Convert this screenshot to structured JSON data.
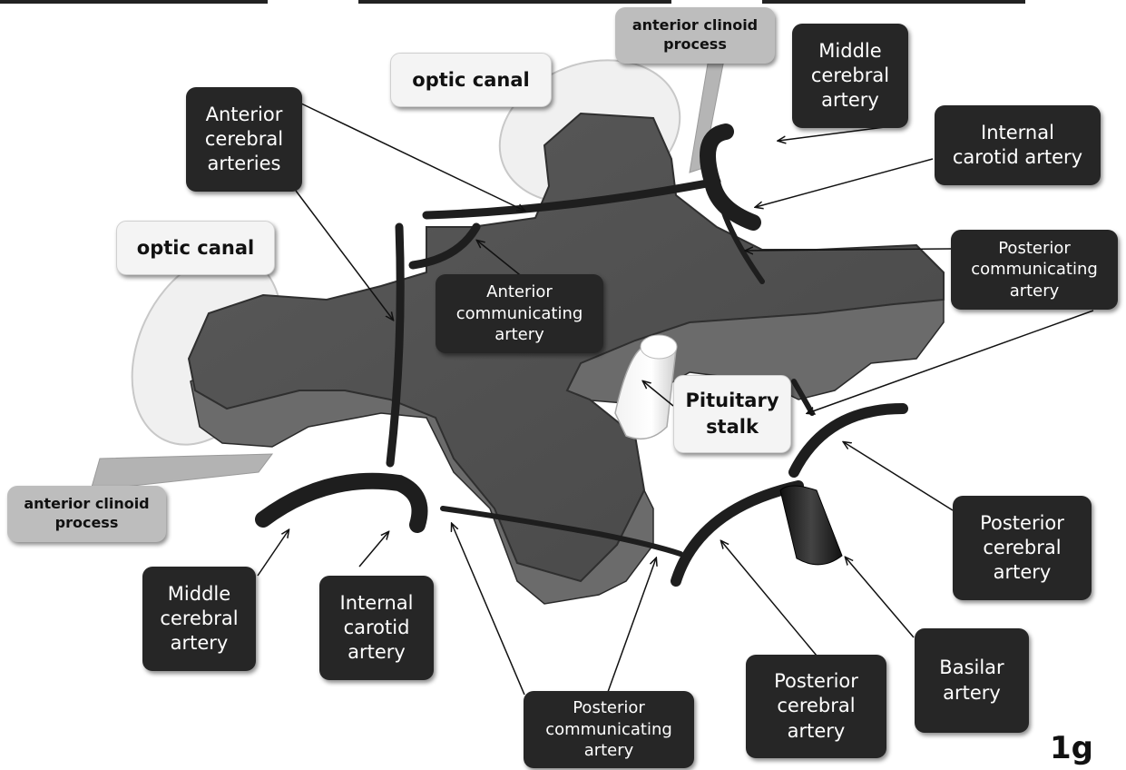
{
  "figure_label": "1g",
  "labels": {
    "optic_canal_right": "optic canal",
    "optic_canal_left": "optic canal",
    "anterior_clinoid_right": "anterior clinoid\nprocess",
    "anterior_clinoid_left": "anterior clinoid\nprocess",
    "aca": "Anterior\ncerebral\narteries",
    "mca_right": "Middle\ncerebral\nartery",
    "ica_right": "Internal\ncarotid artery",
    "pcom_right": "Posterior\ncommunicating\nartery",
    "acom": "Anterior\ncommunicating\nartery",
    "pituitary_stalk": "Pituitary\nstalk",
    "pca_right": "Posterior\ncerebral\nartery",
    "basilar": "Basilar\nartery",
    "pca_bottom": "Posterior\ncerebral\nartery",
    "pcom_bottom": "Posterior\ncommunicating\nartery",
    "ica_left": "Internal\ncarotid\nartery",
    "mca_left": "Middle\ncerebral\nartery"
  },
  "colors": {
    "bone": "#4a4a4a",
    "bone_edge": "#7a7a7a",
    "vessel": "#1e1e1e",
    "label_dark": "#262626",
    "label_light": "#f4f4f4",
    "label_grey": "#bdbdbd"
  }
}
